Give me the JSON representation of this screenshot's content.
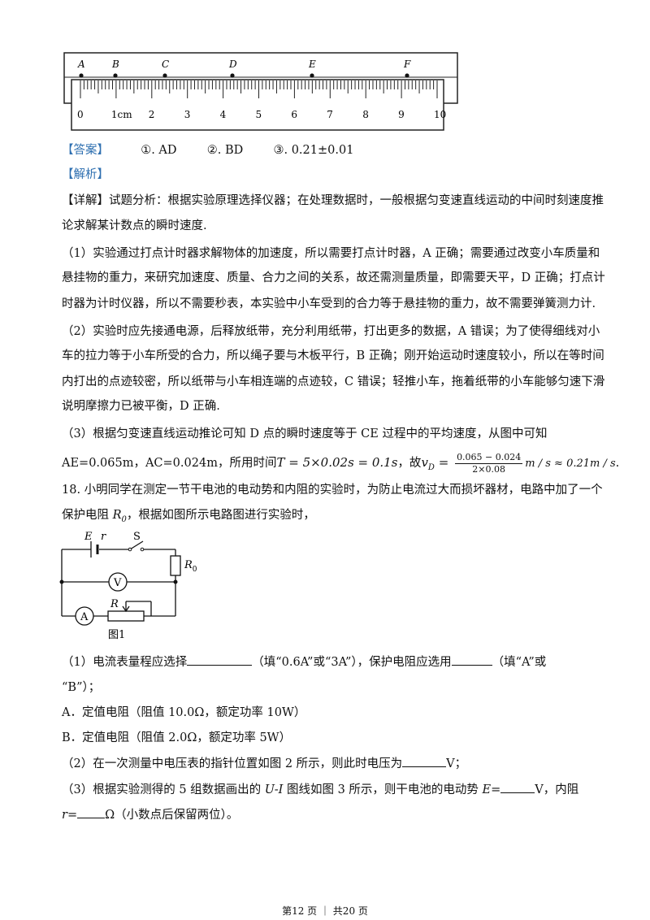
{
  "ruler": {
    "points": [
      "A",
      "B",
      "C",
      "D",
      "E",
      "F"
    ],
    "numbers": [
      "0",
      "1cm",
      "2",
      "3",
      "4",
      "5",
      "6",
      "7",
      "8",
      "9",
      "10"
    ]
  },
  "answer": {
    "tag": "【答案】",
    "items": [
      "①. AD",
      "②. BD",
      "③. 0.21±0.01"
    ]
  },
  "analysis_tag": "【解析】",
  "detail": {
    "l1": "【详解】试题分析：根据实验原理选择仪器；在处理数据时，一般根据匀变速直线运动的中间时刻速度推",
    "l2": "论求解某计数点的瞬时速度.",
    "p1a": "（1）实验通过打点计时器求解物体的加速度，所以需要打点计时器，A 正确；需要通过改变小车质量和",
    "p1b": "悬挂物的重力，来研究加速度、质量、合力之间的关系，故还需测量质量，即需要天平，D 正确；打点计",
    "p1c": "时器为计时仪器，所以不需要秒表，本实验中小车受到的合力等于悬挂物的重力，故不需要弹簧测力计.",
    "p2a": "（2）实验时应先接通电源，后释放纸带，充分利用纸带，打出更多的数据，A 错误；为了使得细线对小",
    "p2b": "车的拉力等于小车所受的合力，所以绳子要与木板平行，B 正确；刚开始运动时速度较小，所以在等时间",
    "p2c": "内打出的点迹较密，所以纸带与小车相连端的点迹较，C 错误；轻推小车，拖着纸带的小车能够匀速下滑",
    "p2d": "说明摩擦力已被平衡，D 正确.",
    "p3a": "（3）根据匀变速直线运动推论可知 D 点的瞬时速度等于 CE 过程中的平均速度，从图中可知",
    "p3b_text": "AE=0.065m，AC=0.024m，所用时间",
    "p3b_formula1": "T = 5×0.02s = 0.1s",
    "p3b_mid": "，故",
    "p3b_v": "v",
    "p3b_vsub": "D",
    "p3b_eq": " = ",
    "p3b_num": "0.065 − 0.024",
    "p3b_den": "2×0.08",
    "p3b_tail": "m / s ≈ 0.21m / s",
    "p3b_end": "."
  },
  "q18": {
    "l1": "18. 小明同学在测定一节干电池的电动势和内阻的实验时，为防止电流过大而损坏器材，电路中加了一个",
    "l2a": "保护电阻 ",
    "l2_R": "R",
    "l2_sub": "0",
    "l2b": "，根据如图所示电路图进行实验时，",
    "circuit": {
      "E": "E",
      "r": "r",
      "S": "S",
      "R0": "R",
      "R0_sub": "0",
      "V": "V",
      "A": "A",
      "R": "R",
      "caption": "图1"
    },
    "s1a": "（1）电流表量程应选择",
    "s1b": "（填“0.6A”或“3A”），保护电阻应选用",
    "s1c": "（填“A”或",
    "s1d": "“B”）；",
    "optA": "A．定值电阻（阻值 10.0Ω，额定功率 10W）",
    "optB": "B．定值电阻（阻值 2.0Ω，额定功率 5W）",
    "s2a": "（2）在一次测量中电压表的指针位置如图 2 所示，则此时电压为",
    "s2b": "V；",
    "s3a": "（3）根据实验测得的 5 组数据画出的 ",
    "s3_UI": "U-I",
    "s3b": " 图线如图 3 所示，则干电池的电动势 ",
    "s3_E": "E",
    "s3c": "=",
    "s3d": "V，内阻",
    "s3e_r": "r",
    "s3e": "=",
    "s3f": "Ω（小数点后保留两位）。"
  },
  "footer": "第12 页 ｜ 共20 页"
}
